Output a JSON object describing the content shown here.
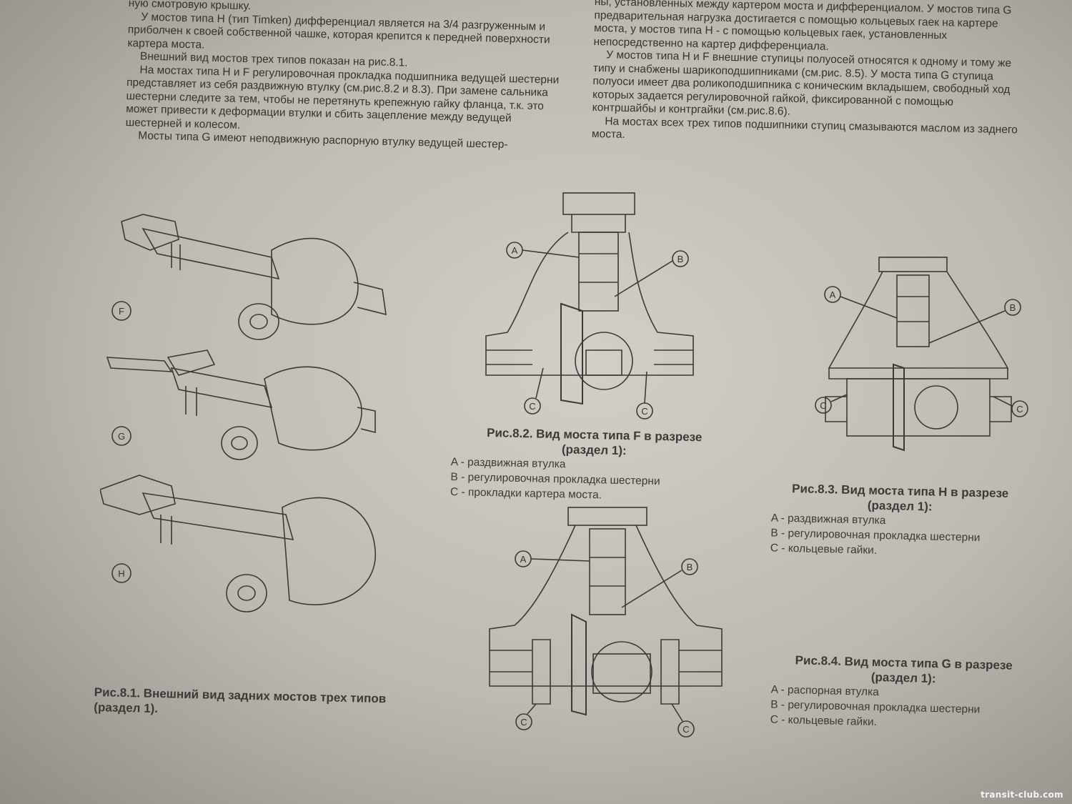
{
  "text": {
    "left_column": [
      "ную смотровую крышку.",
      "У мостов типа Н (тип Timken) дифференциал является на 3/4 разгруженным и приболчен к своей собственной чашке, которая крепится к передней поверхности картера моста.",
      "Внешний вид мостов трех типов показан на рис.8.1.",
      "На мостах типа Н и F регулировочная прокладка подшипника ведущей шестерни представляет из себя раздвижную втулку (см.рис.8.2 и 8.3). При замене сальника шестерни следите за тем, чтобы не перетянуть крепежную гайку фланца, т.к. это может привести к деформации втулки и сбить зацепление между ведущей шестерней и колесом.",
      "Мосты типа G имеют неподвижную распорную втулку ведущей шестер-"
    ],
    "right_column": [
      "ны, установленных между картером моста и дифференциалом. У мостов типа G предварительная нагрузка достигается с помощью кольцевых гаек на картере моста, у мостов типа Н - с помощью кольцевых гаек, установленных непосредственно на картер дифференциала.",
      "У мостов типа Н и F внешние ступицы полуосей относятся к одному и тому же типу и снабжены шарикоподшипниками (см.рис. 8.5). У моста типа G ступица полуоси имеет два роликоподшипника с коническим вкладышем, свободный ход которых задается регулировочной гайкой, фиксированной с помощью контршайбы и контргайки (см.рис.8.6).",
      "На мостах всех трех типов подшипники ступиц смазываются маслом из заднего моста."
    ]
  },
  "figures": {
    "fig81": {
      "caption": "Рис.8.1. Внешний вид задних мостов трех типов (раздел 1).",
      "labels": [
        "F",
        "G",
        "H"
      ]
    },
    "fig82": {
      "title": "Рис.8.2. Вид моста типа F в разрезе",
      "section": "(раздел 1):",
      "items": [
        "A - раздвижная втулка",
        "B - регулировочная прокладка шестерни",
        "C - прокладки картера моста."
      ],
      "callouts": [
        "A",
        "B",
        "C",
        "C"
      ]
    },
    "fig83": {
      "title": "Рис.8.3. Вид моста типа Н в разрезе",
      "section": "(раздел 1):",
      "items": [
        "A - раздвижная втулка",
        "B - регулировочная прокладка шестерни",
        "C - кольцевые гайки."
      ],
      "callouts": [
        "A",
        "B",
        "C",
        "C"
      ]
    },
    "fig84": {
      "title": "Рис.8.4. Вид моста типа G в разрезе",
      "section": "(раздел 1):",
      "items": [
        "A - распорная втулка",
        "B - регулировочная прокладка шестерни",
        "C - кольцевые гайки."
      ],
      "callouts": [
        "A",
        "B",
        "C",
        "C"
      ]
    }
  },
  "watermark": "transit-club.com"
}
